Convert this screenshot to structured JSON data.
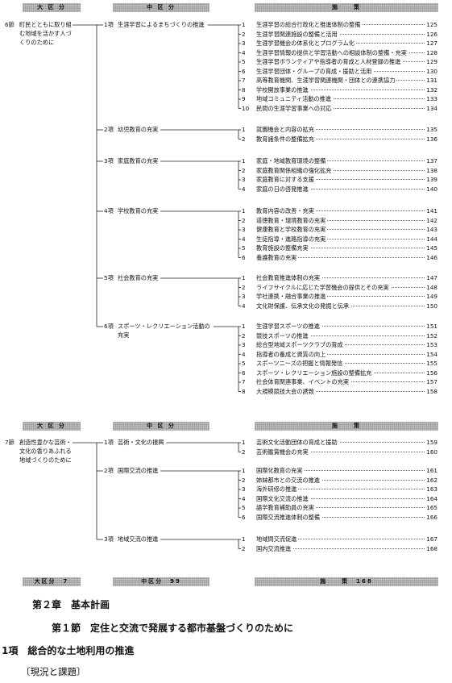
{
  "headers1": {
    "dai": "大 区 分",
    "chu": "中 区 分",
    "shi": "施　　策"
  },
  "sec6": {
    "num": "6節",
    "title_l1": "町民とともに取り組",
    "title_l2": "む地域を活かす人づ",
    "title_l3": "くりのために"
  },
  "sec6_items": [
    {
      "kou": "1項",
      "name": "生涯学習によるまちづくりの推進",
      "measures": [
        {
          "n": "1",
          "t": "生涯学習の総合行政化と推進体制の整備",
          "p": "125"
        },
        {
          "n": "2",
          "t": "生涯学習関連施設の整備と活用",
          "p": "126"
        },
        {
          "n": "3",
          "t": "生涯学習機会の体系化とプログラム化",
          "p": "127"
        },
        {
          "n": "4",
          "t": "生涯学習情報の提供と学習活動への相談体制の整備・充実",
          "p": "128"
        },
        {
          "n": "5",
          "t": "生涯学習ボランティアや指導者の育成と人材登録の推進",
          "p": "129"
        },
        {
          "n": "6",
          "t": "生涯学習団体・グループの育成・援助と活用",
          "p": "130"
        },
        {
          "n": "7",
          "t": "高等教育機関、生涯学習関連機関・団体との連携協力",
          "p": "131"
        },
        {
          "n": "8",
          "t": "学校開放事業の推進",
          "p": "132"
        },
        {
          "n": "9",
          "t": "地域コミュニティ活動の推進",
          "p": "133"
        },
        {
          "n": "10",
          "t": "民間の生涯学習事業への対応",
          "p": "134"
        }
      ]
    },
    {
      "kou": "2項",
      "name": "幼児教育の充実",
      "measures": [
        {
          "n": "1",
          "t": "就園機会と内容の拡充",
          "p": "135"
        },
        {
          "n": "2",
          "t": "教育諸条件の整備拡充",
          "p": "136"
        }
      ]
    },
    {
      "kou": "3項",
      "name": "家庭教育の充実",
      "measures": [
        {
          "n": "1",
          "t": "家庭・地域教育環境の整備",
          "p": "137"
        },
        {
          "n": "2",
          "t": "家庭教育関係組織の強化拡充",
          "p": "138"
        },
        {
          "n": "3",
          "t": "家庭教育に対する支援",
          "p": "139"
        },
        {
          "n": "4",
          "t": "家庭の日の啓発推進",
          "p": "140"
        }
      ]
    },
    {
      "kou": "4項",
      "name": "学校教育の充実",
      "measures": [
        {
          "n": "1",
          "t": "教育内容の改善・充実",
          "p": "141"
        },
        {
          "n": "2",
          "t": "道徳教育・環境教育の充実",
          "p": "142"
        },
        {
          "n": "3",
          "t": "健康教育と学校教育の充実",
          "p": "143"
        },
        {
          "n": "4",
          "t": "生徒指導・進路指導の充実",
          "p": "144"
        },
        {
          "n": "5",
          "t": "教育施設の整備充実",
          "p": "145"
        },
        {
          "n": "6",
          "t": "養護教育の充実",
          "p": "146"
        }
      ]
    },
    {
      "kou": "5項",
      "name": "社会教育の充実",
      "measures": [
        {
          "n": "1",
          "t": "社会教育推進体制の充実",
          "p": "147"
        },
        {
          "n": "2",
          "t": "ライフサイクルに応じた学習機会の提供とその充実",
          "p": "148"
        },
        {
          "n": "3",
          "t": "学社連携・融合事業の推進",
          "p": "149"
        },
        {
          "n": "4",
          "t": "文化財保護、伝承文化の発掘と伝承",
          "p": "150"
        }
      ]
    },
    {
      "kou": "6項",
      "name": "スポーツ・レクリエーション活動の",
      "name2": "充実",
      "measures": [
        {
          "n": "1",
          "t": "生涯学習スポーツの推進",
          "p": "151"
        },
        {
          "n": "2",
          "t": "競技スポーツの推進",
          "p": "152"
        },
        {
          "n": "3",
          "t": "総合型地域スポーツクラブの育成",
          "p": "153"
        },
        {
          "n": "4",
          "t": "指導者の養成と資質の向上",
          "p": "154"
        },
        {
          "n": "5",
          "t": "スポーツニーズの把握と情報発信",
          "p": "155"
        },
        {
          "n": "6",
          "t": "スポーツ・レクリエーション施設の整備拡充",
          "p": "156"
        },
        {
          "n": "7",
          "t": "社会体育関連事業、イベントの充実",
          "p": "157"
        },
        {
          "n": "8",
          "t": "大規模競技大会の誘致",
          "p": "158"
        }
      ]
    }
  ],
  "headers2": {
    "dai": "大 区 分",
    "chu": "中 区 分",
    "shi": "施　　策"
  },
  "sec7": {
    "num": "7節",
    "title_l1": "創造性豊かな芸術・",
    "title_l2": "文化の香りあふれる",
    "title_l3": "地域づくりのために"
  },
  "sec7_items": [
    {
      "kou": "1項",
      "name": "芸術・文化の振興",
      "measures": [
        {
          "n": "1",
          "t": "芸術文化活動団体の育成と援助",
          "p": "159"
        },
        {
          "n": "2",
          "t": "芸術鑑賞機会の充実",
          "p": "160"
        }
      ]
    },
    {
      "kou": "2項",
      "name": "国際交流の推進",
      "measures": [
        {
          "n": "1",
          "t": "国際化教育の充実",
          "p": "161"
        },
        {
          "n": "2",
          "t": "姉妹都市との交流の推進",
          "p": "162"
        },
        {
          "n": "3",
          "t": "海外研修の推進",
          "p": "163"
        },
        {
          "n": "4",
          "t": "国際文化交流の推進",
          "p": "164"
        },
        {
          "n": "5",
          "t": "語学教育補助員の充実",
          "p": "165"
        },
        {
          "n": "6",
          "t": "国際交流推進体制の整備",
          "p": "166"
        }
      ]
    },
    {
      "kou": "3項",
      "name": "地域交流の推進",
      "measures": [
        {
          "n": "1",
          "t": "地域間交流促進",
          "p": "167"
        },
        {
          "n": "2",
          "t": "国内交流推進",
          "p": "168"
        }
      ]
    }
  ],
  "totals": {
    "dai": "大区分　7",
    "chu": "中区分　99",
    "shi": "施　　策　168"
  },
  "chapter": "第２章　基本計画",
  "section": "第１節　定住と交流で発展する都市基盤づくりのために",
  "item": "1項　総合的な土地利用の推進",
  "sub": "〔現況と課題〕"
}
